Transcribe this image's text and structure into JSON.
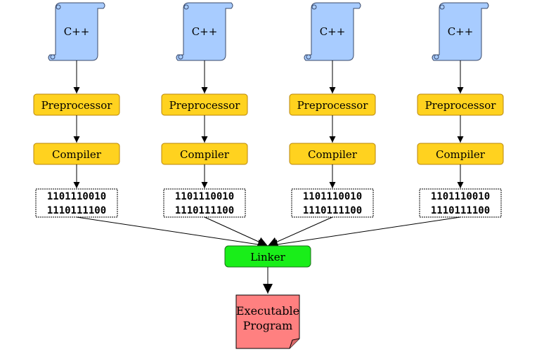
{
  "columns": [
    {
      "source_label": "C++",
      "preprocessor_label": "Preprocessor",
      "compiler_label": "Compiler",
      "binary_lines": [
        "1101110010",
        "1110111100"
      ]
    },
    {
      "source_label": "C++",
      "preprocessor_label": "Preprocessor",
      "compiler_label": "Compiler",
      "binary_lines": [
        "1101110010",
        "1110111100"
      ]
    },
    {
      "source_label": "C++",
      "preprocessor_label": "Preprocessor",
      "compiler_label": "Compiler",
      "binary_lines": [
        "1101110010",
        "1110111100"
      ]
    },
    {
      "source_label": "C++",
      "preprocessor_label": "Preprocessor",
      "compiler_label": "Compiler",
      "binary_lines": [
        "1101110010",
        "1110111100"
      ]
    }
  ],
  "linker": {
    "label": "Linker"
  },
  "output": {
    "label_lines": [
      "Executable",
      "Program"
    ]
  },
  "colors": {
    "source_fill": "#a8ccff",
    "stage_fill": "#ffd21f",
    "stage_stroke": "#b8860b",
    "linker_fill": "#19ee19",
    "linker_stroke": "#1a6e1a",
    "output_fill": "#ff8080",
    "line": "#000000"
  }
}
